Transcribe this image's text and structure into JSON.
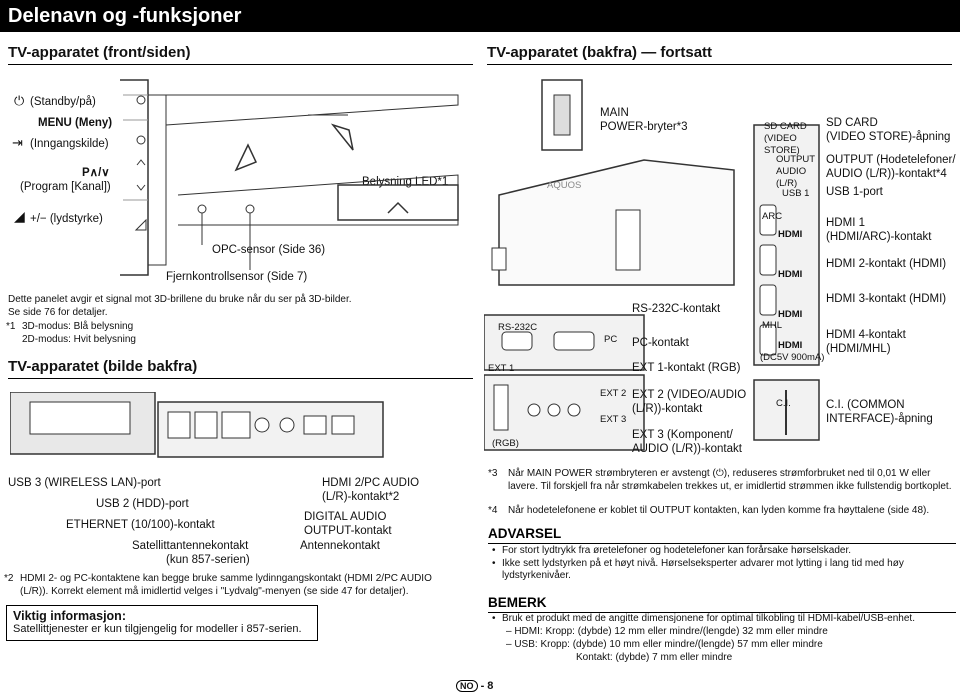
{
  "header": {
    "title": "Delenavn og -funksjoner"
  },
  "left_section": {
    "title": "TV-apparatet (front/siden)"
  },
  "right_section": {
    "title": "TV-apparatet (bakfra) — fortsatt"
  },
  "front_labels": {
    "standby": "(Standby/på)",
    "menu": "MENU (Meny)",
    "input": "(Inngangskilde)",
    "program": "P∧/∨",
    "program_sub": "(Program [Kanal])",
    "volume": "+/− (lydstyrke)",
    "led": "Belysning LED*1",
    "opc": "OPC-sensor (Side 36)",
    "remote": "Fjernkontrollsensor (Side 7)"
  },
  "note_3d": {
    "line1": "Dette panelet avgir et signal mot 3D-brillene du bruke når du ser på 3D-bilder.",
    "line2": "Se side 76 for detaljer.",
    "fn_mark": "*1",
    "mode_blue": "3D-modus: Blå belysning",
    "mode_white": "2D-modus: Hvit belysning"
  },
  "rear_section": {
    "title": "TV-apparatet (bilde bakfra)"
  },
  "rear_panel_labels": {
    "usb3": "USB 3 (WIRELESS LAN)-port",
    "usb2": "USB 2 (HDD)-port",
    "ethernet": "ETHERNET (10/100)-kontakt",
    "satellite": "Satellittantennekontakt",
    "satellite_sub": "(kun 857-serien)",
    "hdmi2pc": "HDMI 2/PC AUDIO",
    "hdmi2pc_sub": "(L/R)-kontakt*2",
    "digital": "DIGITAL AUDIO",
    "digital_sub": "OUTPUT-kontakt",
    "antenna": "Antennekontakt"
  },
  "footnote2": {
    "mark": "*2",
    "text": "HDMI 2- og PC-kontaktene kan begge bruke samme lydinngangskontakt (HDMI 2/PC AUDIO (L/R)). Korrekt element må imidlertid velges i \"Lydvalg\"-menyen (se side 47 for detaljer)."
  },
  "important": {
    "title": "Viktig informasjon:",
    "text": "Satellittjenester er kun tilgjengelig for modeller i 857-serien."
  },
  "right_labels": {
    "main_power": "MAIN",
    "main_power_sub": "POWER-bryter*3",
    "sdcard": "SD CARD",
    "sdcard_sub": "(VIDEO STORE)-åpning",
    "output": "OUTPUT (Hodetelefoner/",
    "output_sub": "AUDIO (L/R))-kontakt*4",
    "usb1": "USB 1-port",
    "hdmi1": "HDMI 1",
    "hdmi1_sub": "(HDMI/ARC)-kontakt",
    "hdmi2": "HDMI 2-kontakt (HDMI)",
    "rs232": "RS-232C-kontakt",
    "hdmi3": "HDMI 3-kontakt (HDMI)",
    "pc": "PC-kontakt",
    "hdmi4": "HDMI 4-kontakt",
    "hdmi4_sub": "(HDMI/MHL)",
    "ext1": "EXT 1-kontakt (RGB)",
    "ext2": "EXT 2 (VIDEO/AUDIO",
    "ext2_sub": "(L/R))-kontakt",
    "ext3": "EXT 3 (Komponent/",
    "ext3_sub": "AUDIO (L/R))-kontakt",
    "ci": "C.I. (COMMON",
    "ci_sub": "INTERFACE)-åpning"
  },
  "panel_text": {
    "aquos": "AQUOS",
    "rs232c": "RS-232C",
    "pc": "PC",
    "ext1": "EXT 1",
    "ext2": "EXT 2",
    "ext3": "EXT 3",
    "rgb": "(RGB)",
    "hdmi": "HDMI",
    "arc": "ARC",
    "mhl": "MHL",
    "ci": "C.I.",
    "menu": "MENU",
    "sd_small": "SD CARD (VIDEO STORE)",
    "output_small": "OUTPUT AUDIO (L/R)",
    "usb1_small": "USB 1",
    "dc": "(DC5V 900mA)"
  },
  "footnotes_right": {
    "fn3_mark": "*3",
    "fn3": "Når MAIN POWER strømbryteren er avstengt (⏻), reduseres strømforbruket ned til 0,01 W eller lavere. Til forskjell fra når strømkabelen trekkes ut, er imidlertid strømmen ikke fullstendig bortkoplet.",
    "fn4_mark": "*4",
    "fn4": "Når hodetelefonene er koblet til OUTPUT kontakten, kan lyden komme fra høyttalene (side 48)."
  },
  "warning": {
    "title": "ADVARSEL",
    "items": [
      "For stort lydtrykk fra øretelefoner og hodetelefoner kan forårsake hørselskader.",
      "Ikke sett lydstyrken på et høyt nivå. Hørselseksperter advarer mot lytting i lang tid med høy lydstyrkenivåer."
    ]
  },
  "note": {
    "title": "BEMERK",
    "items": [
      "Bruk et produkt med de angitte dimensjonene for optimal tilkobling til HDMI-kabel/USB-enhet."
    ],
    "sub": [
      "– HDMI: Kropp: (dybde) 12 mm eller mindre/(lengde) 32 mm eller mindre",
      "– USB: Kropp: (dybde) 10 mm eller mindre/(lengde) 57 mm eller mindre",
      "Kontakt: (dybde) 7 mm eller mindre"
    ]
  },
  "footer": {
    "lang": "NO",
    "page": "- 8"
  }
}
